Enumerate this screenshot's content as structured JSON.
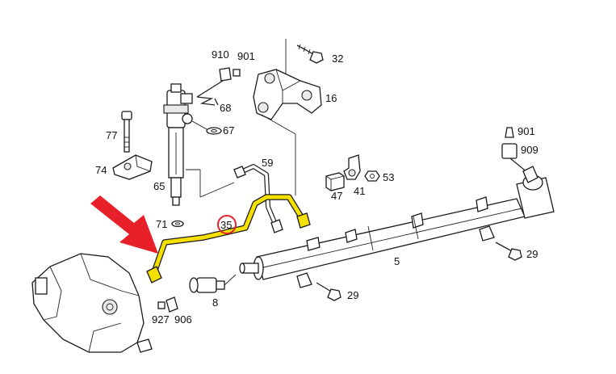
{
  "labels": {
    "l910": "910",
    "l901a": "901",
    "l32": "32",
    "l16": "16",
    "l68": "68",
    "l67": "67",
    "l77": "77",
    "l74": "74",
    "l65": "65",
    "l59": "59",
    "l71": "71",
    "l35": "35",
    "l901b": "901",
    "l909": "909",
    "l53": "53",
    "l47": "47",
    "l41": "41",
    "l5": "5",
    "l29a": "29",
    "l29b": "29",
    "l8": "8",
    "l927": "927",
    "l906": "906"
  },
  "colors": {
    "highlight_pipe": "#f5e000",
    "pointer_arrow": "#e8202a",
    "callout_circle": "#e8202a",
    "linework": "#222222"
  },
  "highlighted_part": "35"
}
